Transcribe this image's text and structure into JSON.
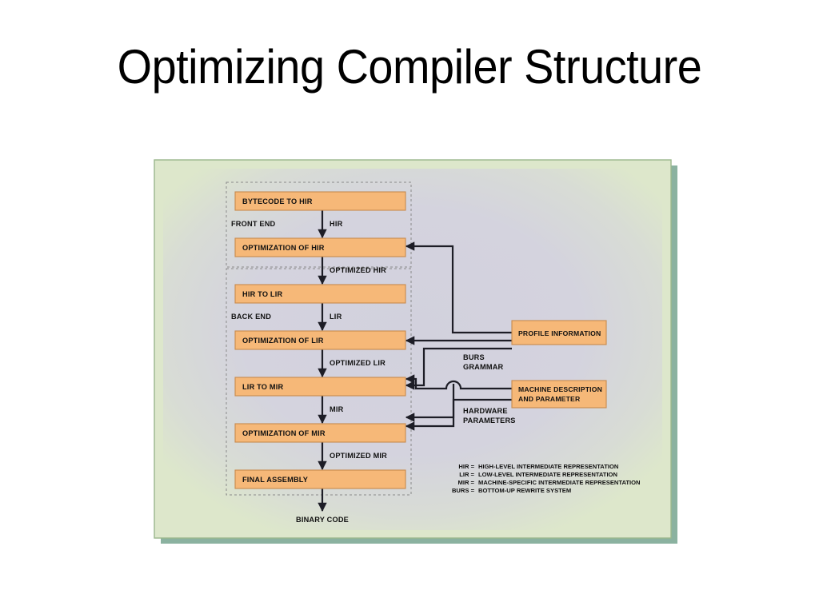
{
  "slide": {
    "title": "Optimizing Compiler Structure"
  },
  "figure": {
    "colors": {
      "box_fill": "#f6b878",
      "box_stroke": "#c88a4e",
      "frame_fill": "#dde7cb",
      "frame_stroke": "#9bb78c",
      "panel_fill": "#d4d3de",
      "shadow": "#77a58f",
      "line": "#1d1d26",
      "text": "#111111",
      "dashed_stroke": "#8a8a8a"
    },
    "pipeline_boxes": [
      {
        "id": "bytecode-to-hir",
        "label": "BYTECODE TO HIR"
      },
      {
        "id": "optimization-of-hir",
        "label": "OPTIMIZATION OF HIR"
      },
      {
        "id": "hir-to-lir",
        "label": "HIR TO LIR"
      },
      {
        "id": "optimization-of-lir",
        "label": "OPTIMIZATION OF LIR"
      },
      {
        "id": "lir-to-mir",
        "label": "LIR TO MIR"
      },
      {
        "id": "optimization-of-mir",
        "label": "OPTIMIZATION OF MIR"
      },
      {
        "id": "final-assembly",
        "label": "FINAL ASSEMBLY"
      }
    ],
    "input_boxes": [
      {
        "id": "profile-information",
        "label": "PROFILE INFORMATION"
      },
      {
        "id": "machine-description",
        "label_line1": "MACHINE DESCRIPTION",
        "label_line2": "AND PARAMETER"
      }
    ],
    "stage_labels": [
      {
        "id": "front-end",
        "label": "FRONT END"
      },
      {
        "id": "back-end",
        "label": "BACK END"
      }
    ],
    "edge_labels": [
      {
        "id": "hir",
        "label": "HIR"
      },
      {
        "id": "optimized-hir",
        "label": "OPTIMIZED HIR"
      },
      {
        "id": "lir",
        "label": "LIR"
      },
      {
        "id": "optimized-lir",
        "label": "OPTIMIZED LIR"
      },
      {
        "id": "mir",
        "label": "MIR"
      },
      {
        "id": "optimized-mir",
        "label": "OPTIMIZED MIR"
      },
      {
        "id": "binary-code",
        "label": "BINARY CODE"
      }
    ],
    "feed_labels": [
      {
        "id": "burs-grammar",
        "line1": "BURS",
        "line2": "GRAMMAR"
      },
      {
        "id": "hardware-parameters",
        "line1": "HARDWARE",
        "line2": "PARAMETERS"
      }
    ],
    "legend": [
      {
        "id": "legend-hir",
        "term": "HIR =",
        "definition": "HIGH-LEVEL INTERMEDIATE REPRESENTATION"
      },
      {
        "id": "legend-lir",
        "term": "LIR =",
        "definition": "LOW-LEVEL INTERMEDIATE REPRESENTATION"
      },
      {
        "id": "legend-mir",
        "term": "MIR =",
        "definition": "MACHINE-SPECIFIC INTERMEDIATE REPRESENTATION"
      },
      {
        "id": "legend-burs",
        "term": "BURS =",
        "definition": "BOTTOM-UP REWRITE SYSTEM"
      }
    ]
  }
}
